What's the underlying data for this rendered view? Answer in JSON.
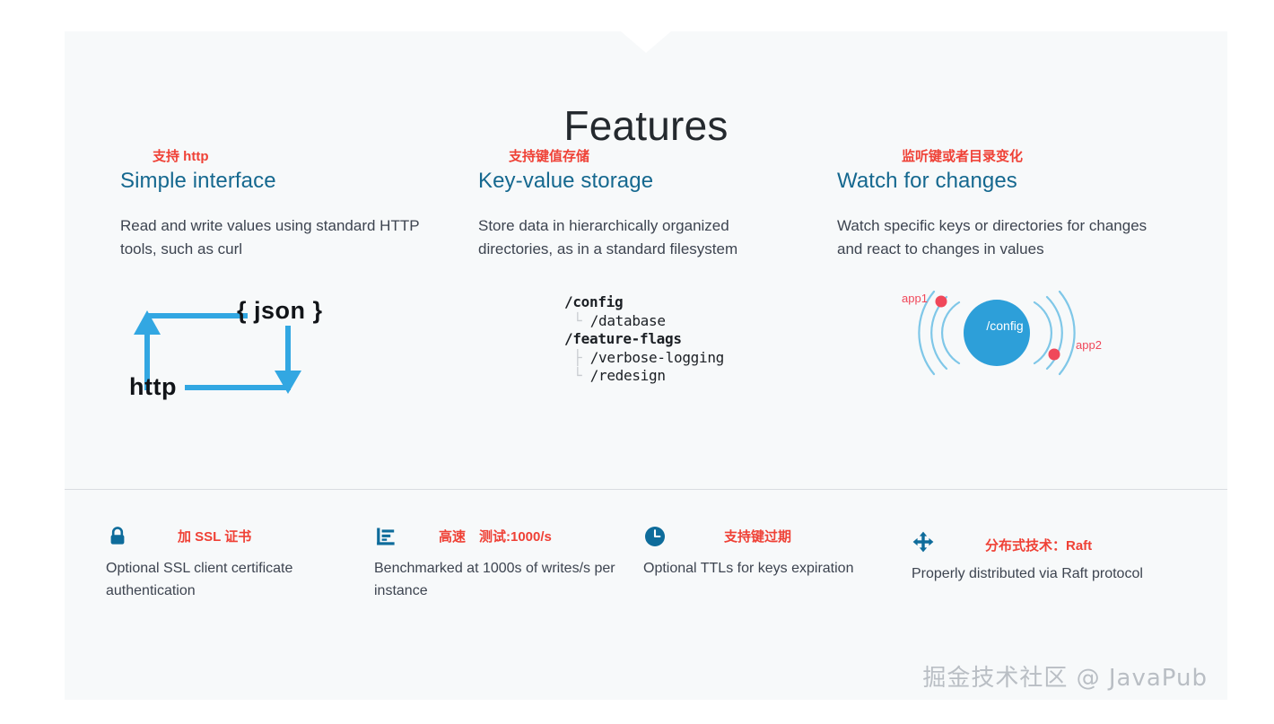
{
  "page": {
    "title": "Features",
    "accent_blue": "#15688f",
    "accent_red": "#ef4136",
    "icon_blue": "#0e6c9b",
    "panel_bg": "#f7f9fa",
    "watermark": "掘金技术社区 @ JavaPub"
  },
  "columns": [
    {
      "note": "支持 http",
      "heading": "Simple interface",
      "body": "Read and write values using standard HTTP tools, such as curl",
      "diagram": {
        "type": "flow",
        "node_top": "{ json }",
        "node_bottom": "http"
      }
    },
    {
      "note": "支持键值存储",
      "heading": "Key-value storage",
      "body": "Store data in hierarchically organized directories, as in a standard filesystem",
      "diagram": {
        "type": "tree",
        "nodes": [
          {
            "level": 0,
            "label": "/config"
          },
          {
            "level": 1,
            "label": "/database"
          },
          {
            "level": 0,
            "label": "/feature-flags"
          },
          {
            "level": 1,
            "label": "/verbose-logging"
          },
          {
            "level": 1,
            "label": "/redesign"
          }
        ]
      }
    },
    {
      "note": "监听键或者目录变化",
      "heading": "Watch for changes",
      "body": "Watch specific keys or directories for changes and react to changes in values",
      "diagram": {
        "type": "radar",
        "center_label": "/config",
        "watchers": [
          "app1",
          "app2"
        ],
        "center_color": "#2d9fd9",
        "ring_color": "#7fc7e8",
        "dot_color": "#f0485a"
      }
    }
  ],
  "bottom_features": [
    {
      "icon": "lock-icon",
      "note": "加 SSL 证书",
      "text": "Optional SSL client certificate authentication"
    },
    {
      "icon": "bar-chart-icon",
      "note": "高速　测试:1000/s",
      "text": "Benchmarked at 1000s of writes/s per instance"
    },
    {
      "icon": "clock-icon",
      "note": "支持键过期",
      "text": "Optional TTLs for keys expiration"
    },
    {
      "icon": "move-arrows-icon",
      "note": "分布式技术：Raft",
      "text": "Properly distributed via Raft protocol"
    }
  ]
}
